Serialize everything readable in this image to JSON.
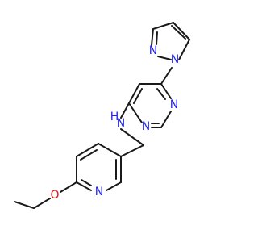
{
  "colors": {
    "bond": "#1a1a1a",
    "nitrogen": "#2222ee",
    "oxygen": "#ee1111",
    "background": "#ffffff"
  },
  "atoms": [
    {
      "id": "pz_n1",
      "element": "N",
      "label": "N"
    },
    {
      "id": "pz_n2",
      "element": "N",
      "label": "N"
    },
    {
      "id": "pm_n1",
      "element": "N",
      "label": "N"
    },
    {
      "id": "pm_n3",
      "element": "N",
      "label": "N"
    },
    {
      "id": "nh",
      "element": "N",
      "label": "H\nN"
    },
    {
      "id": "py_n",
      "element": "N",
      "label": "N"
    },
    {
      "id": "o",
      "element": "O",
      "label": "O"
    }
  ]
}
